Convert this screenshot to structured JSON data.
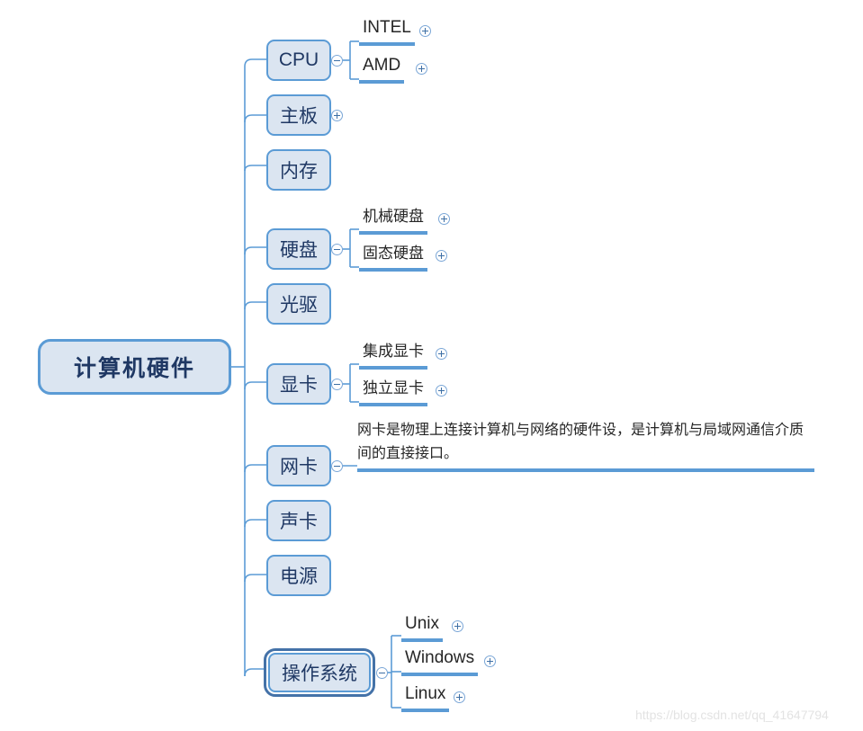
{
  "mindmap": {
    "root": {
      "label": "计算机硬件",
      "toggle": null
    },
    "branches": [
      {
        "label": "CPU",
        "toggle": "minus",
        "children": [
          {
            "label": "INTEL",
            "toggle": "plus"
          },
          {
            "label": "AMD",
            "toggle": "plus"
          }
        ]
      },
      {
        "label": "主板",
        "toggle": "plus",
        "children": []
      },
      {
        "label": "内存",
        "toggle": null,
        "children": []
      },
      {
        "label": "硬盘",
        "toggle": "minus",
        "children": [
          {
            "label": "机械硬盘",
            "toggle": "plus"
          },
          {
            "label": "固态硬盘",
            "toggle": "plus"
          }
        ]
      },
      {
        "label": "光驱",
        "toggle": null,
        "children": []
      },
      {
        "label": "显卡",
        "toggle": "minus",
        "children": [
          {
            "label": "集成显卡",
            "toggle": "plus"
          },
          {
            "label": "独立显卡",
            "toggle": "plus"
          }
        ]
      },
      {
        "label": "网卡",
        "toggle": "minus",
        "children": [
          {
            "label": "网卡是物理上连接计算机与网络的硬件设，是计算机与局域网通信介质间的直接接口。",
            "toggle": null
          }
        ]
      },
      {
        "label": "声卡",
        "toggle": null,
        "children": []
      },
      {
        "label": "电源",
        "toggle": null,
        "children": []
      },
      {
        "label": "操作系统",
        "toggle": "minus",
        "selected": true,
        "children": [
          {
            "label": "Unix",
            "toggle": "plus"
          },
          {
            "label": "Windows",
            "toggle": "plus"
          },
          {
            "label": "Linux",
            "toggle": "plus"
          }
        ]
      }
    ],
    "watermark": "https://blog.csdn.net/qq_41647794",
    "colors": {
      "node_fill": "#dbe5f1",
      "node_border": "#5b9bd5",
      "root_text": "#1f3864",
      "leaf_text": "#262626",
      "connector": "#5b9bd5",
      "selected_outline": "#4472a8",
      "background": "#ffffff",
      "watermark": "#e3e3e3"
    }
  }
}
